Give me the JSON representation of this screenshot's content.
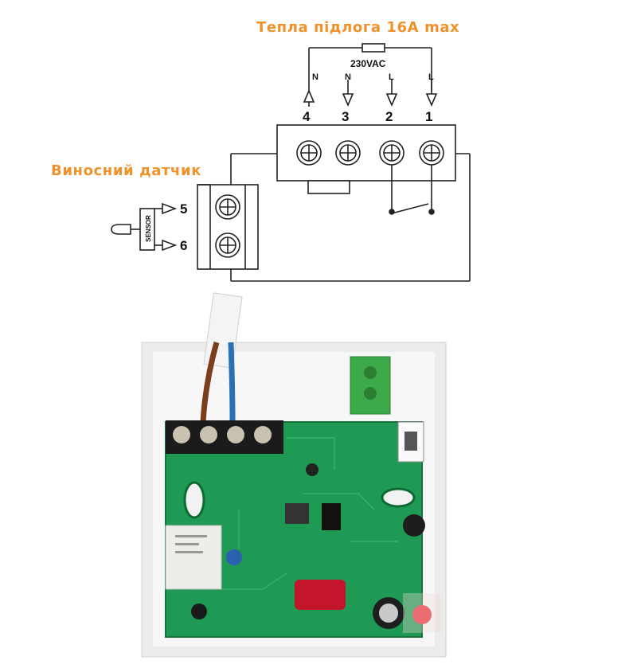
{
  "diagram": {
    "floor_title": "Тепла підлога 16А max",
    "sensor_title": "Виносний датчик",
    "voltage_label": "230VAC",
    "terminals": [
      {
        "num": "4",
        "sig": "N"
      },
      {
        "num": "3",
        "sig": "N"
      },
      {
        "num": "2",
        "sig": "L"
      },
      {
        "num": "1",
        "sig": "L"
      }
    ],
    "sensor_terminals": [
      "5",
      "6"
    ],
    "sensor_text": "SENSOR"
  },
  "colors": {
    "title": "#f0922b",
    "pcb": "#1f9a55",
    "terminal_green": "#3daa4a",
    "capacitor": "#c3162a",
    "relay": "#ededea"
  },
  "photo_icons": [
    "thermostat-board-photo",
    "relay-icon",
    "capacitor-icon",
    "terminal-block-icon"
  ]
}
